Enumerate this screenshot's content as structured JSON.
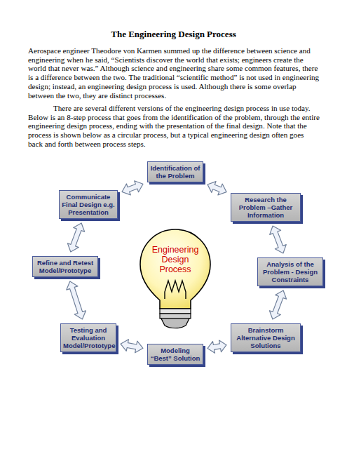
{
  "diagram": {
    "title": "The Engineering Design Process",
    "nodes": [
      {
        "text": [
          "Identification of the Problem"
        ]
      },
      {
        "text": [
          "Research the Problem –Gather Information"
        ]
      },
      {
        "text": [
          "Analysis of the Problem - Design Constraints"
        ]
      },
      {
        "text": [
          "Brainstorm Alternative Design Solutions"
        ]
      },
      {
        "text": [
          "Modeling “Best” Solution"
        ]
      },
      {
        "text": [
          "Testing and Evaluation Model/Prototype"
        ]
      },
      {
        "text": [
          "Refine and Retest Model/Prototype"
        ]
      },
      {
        "text": [
          "Communicate Final Design e.g. Presentation"
        ]
      },
      {
        "text": [
          "Engineering Design Process"
        ]
      }
    ],
    "edges": [
      {
        "from": 0,
        "to": 1,
        "arrow": "both"
      },
      {
        "from": 1,
        "to": 2,
        "arrow": "both"
      },
      {
        "from": 2,
        "to": 3,
        "arrow": "both"
      },
      {
        "from": 3,
        "to": 4,
        "arrow": "both"
      },
      {
        "from": 4,
        "to": 5,
        "arrow": "both"
      },
      {
        "from": 5,
        "to": 6,
        "arrow": "both"
      },
      {
        "from": 6,
        "to": 7,
        "arrow": "both"
      },
      {
        "from": 7,
        "to": 0,
        "arrow": "both"
      }
    ],
    "labels": [
      "Aerospace engineer Theodore von Karmen summed up the difference between science and engineering when he said, “Scientists discover the world that exists; engineers create the world that never was.” Although science and engineering share some common features, there is a difference between the two. The traditional “scientific method” is not used in engineering design; instead, an engineering design process is used. Although there is some overlap between the two, they are distinct processes.",
      "There are several different versions of the engineering design process in use today. Below is an 8-step process that goes from the identification of the problem, through the entire engineering design process, ending with the presentation of the final design. Note that the process is shown below as a circular process, but a typical engineering design often goes back and forth between process steps."
    ]
  }
}
